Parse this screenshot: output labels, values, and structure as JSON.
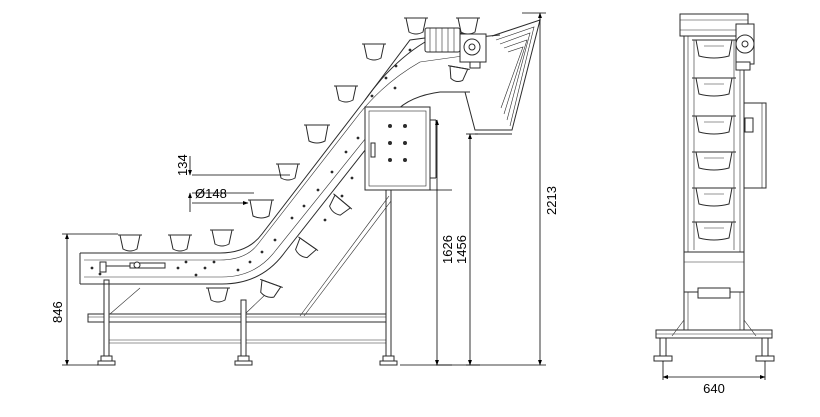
{
  "dimensions": {
    "height_846": "846",
    "cup_height_134": "134",
    "cup_diameter": "Ø148",
    "height_1626": "1626",
    "height_1456": "1456",
    "height_2213": "2213",
    "width_640": "640"
  }
}
